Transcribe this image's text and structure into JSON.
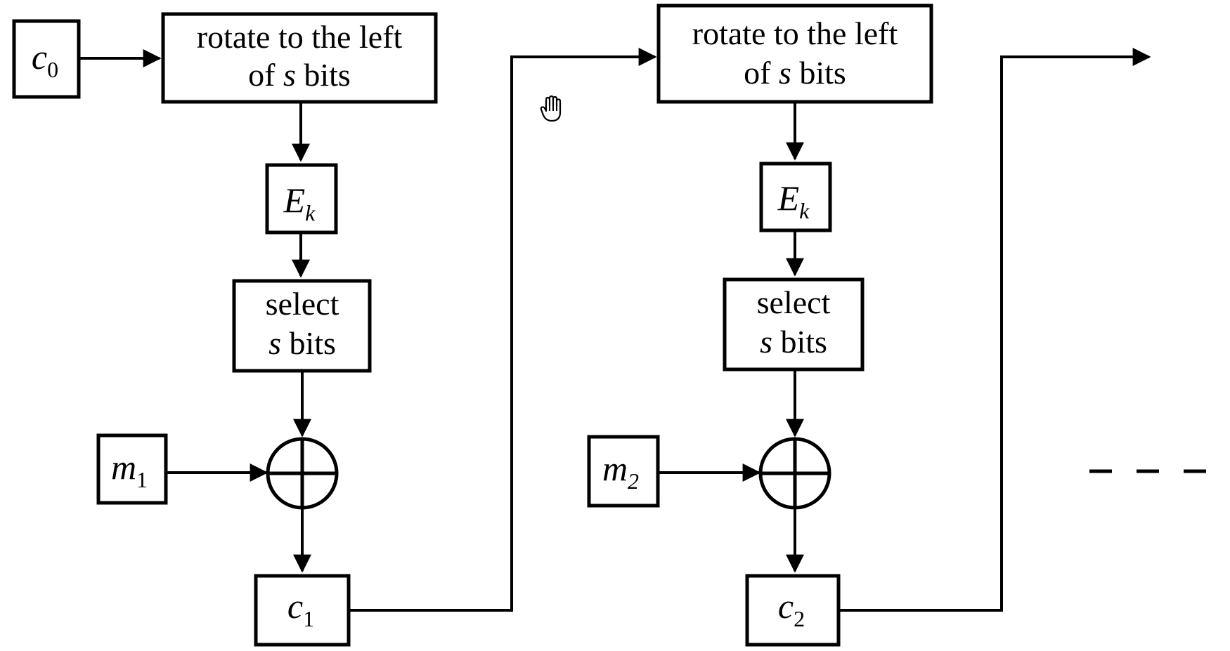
{
  "colors": {
    "stroke": "#000000",
    "background": "#ffffff"
  },
  "blocks": [
    {
      "rotate": {
        "line1": "rotate to the left",
        "line2_prefix": "of ",
        "line2_var": "s",
        "line2_suffix": " bits"
      },
      "enc": {
        "base": "E",
        "sub": "k"
      },
      "select": {
        "line1": "select",
        "line2_var": "s",
        "line2_suffix": " bits"
      },
      "message": {
        "base": "m",
        "sub": "1"
      },
      "output": {
        "base": "c",
        "sub": "1"
      }
    },
    {
      "rotate": {
        "line1": "rotate to the left",
        "line2_prefix": "of ",
        "line2_var": "s",
        "line2_suffix": " bits"
      },
      "enc": {
        "base": "E",
        "sub": "k"
      },
      "select": {
        "line1": "select",
        "line2_var": "s",
        "line2_suffix": " bits"
      },
      "message": {
        "base": "m",
        "sub": "2"
      },
      "output": {
        "base": "c",
        "sub": "2"
      }
    }
  ],
  "initial": {
    "base": "c",
    "sub": "0"
  },
  "continuation": "- - -",
  "cursor_icon": "hand-pointer-icon"
}
